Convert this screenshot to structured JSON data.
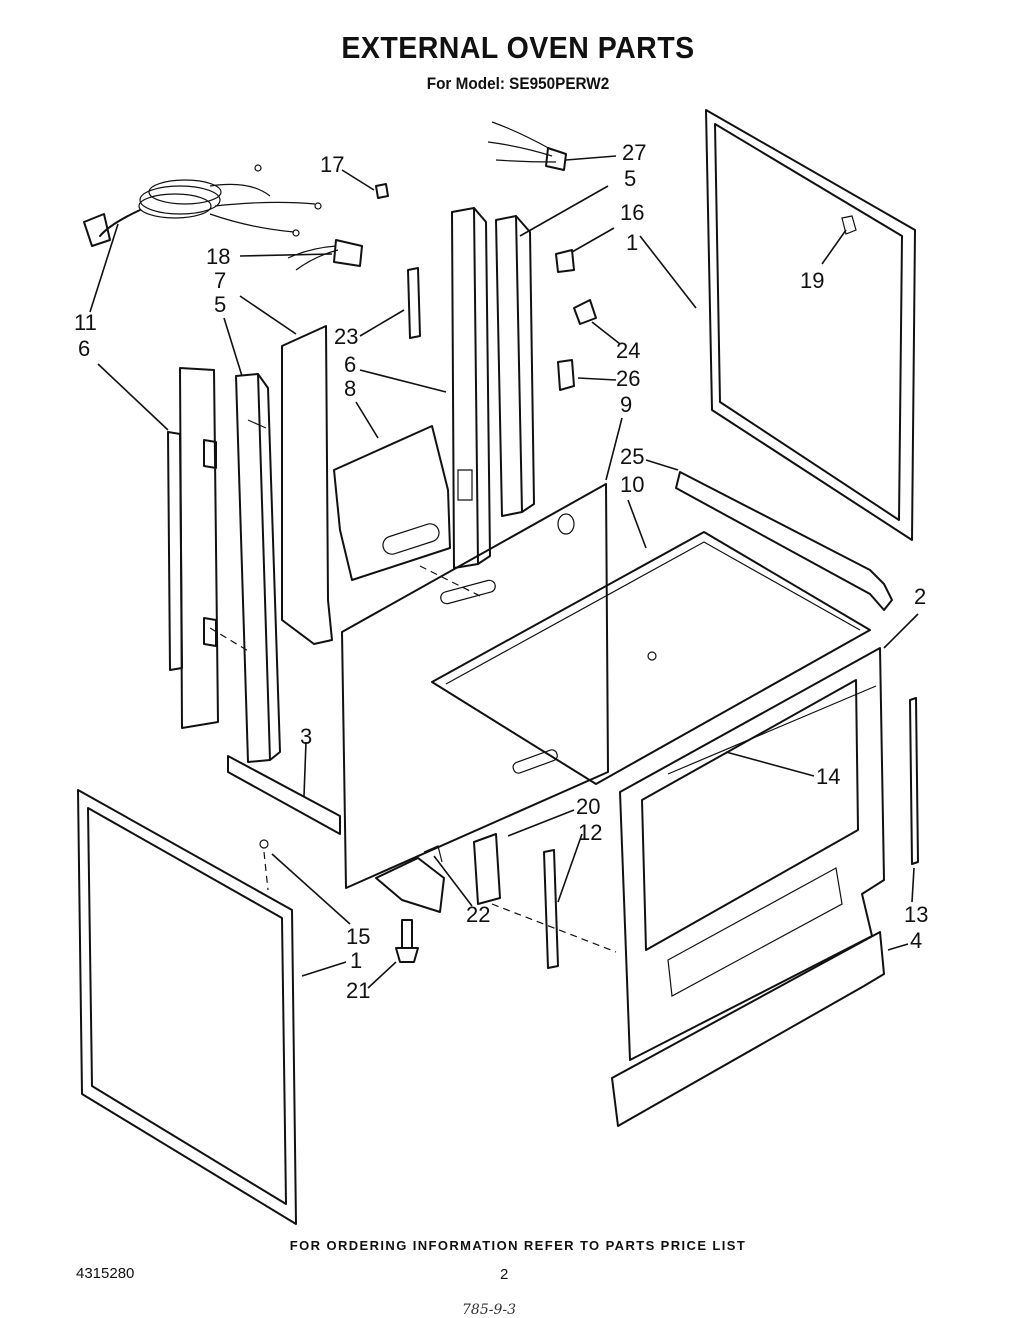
{
  "title": "EXTERNAL OVEN PARTS",
  "subtitle": "For Model: SE950PERW2",
  "footer_note": "FOR ORDERING INFORMATION REFER TO PARTS PRICE LIST",
  "doc_number": "4315280",
  "page_number": "2",
  "scribble": "785-9-3",
  "callouts": [
    {
      "id": "c17",
      "label": "17"
    },
    {
      "id": "c27",
      "label": "27"
    },
    {
      "id": "c5a",
      "label": "5"
    },
    {
      "id": "c16",
      "label": "16"
    },
    {
      "id": "c1a",
      "label": "1"
    },
    {
      "id": "c19",
      "label": "19"
    },
    {
      "id": "c18",
      "label": "18"
    },
    {
      "id": "c7",
      "label": "7"
    },
    {
      "id": "c5b",
      "label": "5"
    },
    {
      "id": "c11",
      "label": "11"
    },
    {
      "id": "c6a",
      "label": "6"
    },
    {
      "id": "c23",
      "label": "23"
    },
    {
      "id": "c6b",
      "label": "6"
    },
    {
      "id": "c8",
      "label": "8"
    },
    {
      "id": "c24",
      "label": "24"
    },
    {
      "id": "c26",
      "label": "26"
    },
    {
      "id": "c9",
      "label": "9"
    },
    {
      "id": "c25",
      "label": "25"
    },
    {
      "id": "c10",
      "label": "10"
    },
    {
      "id": "c2",
      "label": "2"
    },
    {
      "id": "c3",
      "label": "3"
    },
    {
      "id": "c14",
      "label": "14"
    },
    {
      "id": "c20",
      "label": "20"
    },
    {
      "id": "c12",
      "label": "12"
    },
    {
      "id": "c15",
      "label": "15"
    },
    {
      "id": "c22",
      "label": "22"
    },
    {
      "id": "c13",
      "label": "13"
    },
    {
      "id": "c1b",
      "label": "1"
    },
    {
      "id": "c21",
      "label": "21"
    },
    {
      "id": "c4",
      "label": "4"
    }
  ]
}
